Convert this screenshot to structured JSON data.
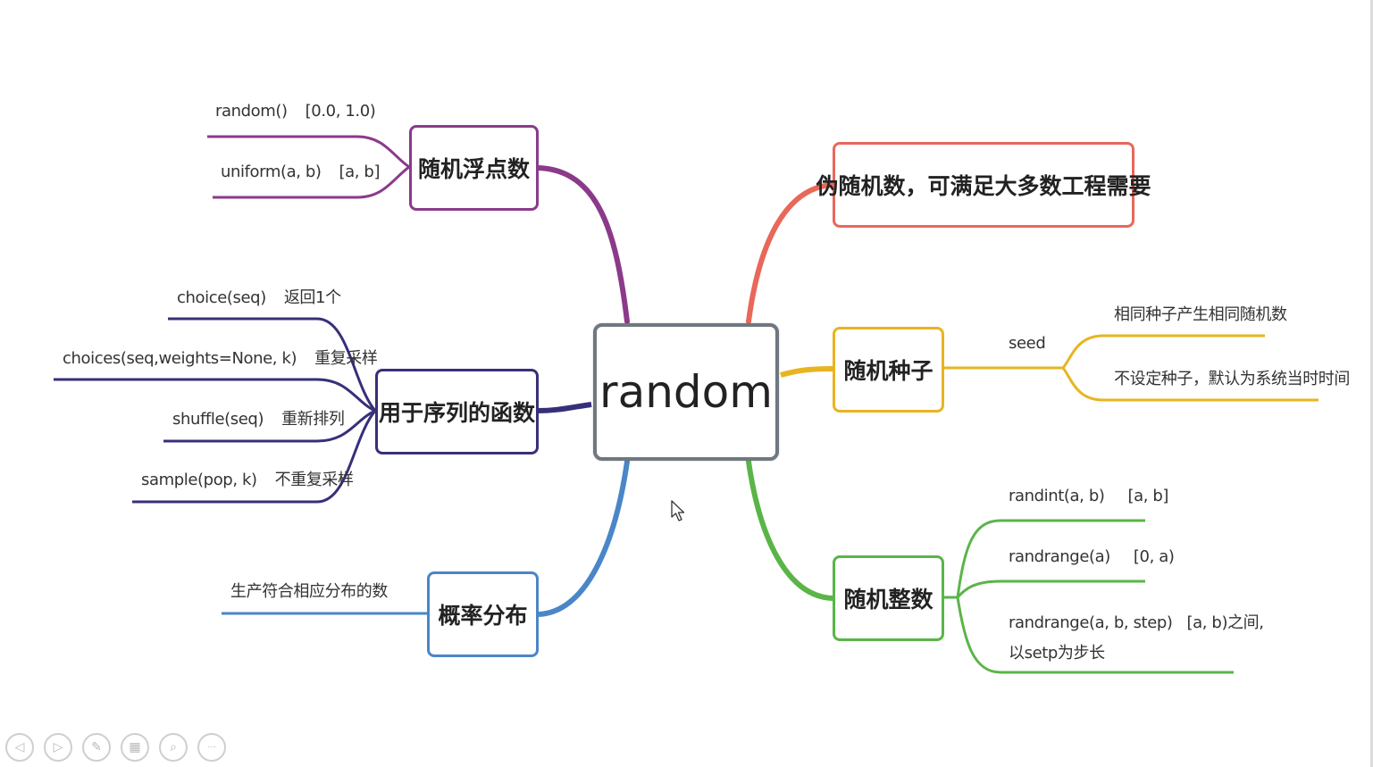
{
  "center": {
    "label": "random",
    "color": "#6f7780"
  },
  "branches": {
    "float": {
      "label": "随机浮点数",
      "color": "#8b3a8a",
      "leaves": [
        {
          "name": "random()",
          "desc": "[0.0, 1.0)"
        },
        {
          "name": "uniform(a, b)",
          "desc": "[a, b]"
        }
      ]
    },
    "sequence": {
      "label": "用于序列的函数",
      "color": "#36307a",
      "leaves": [
        {
          "name": "choice(seq)",
          "desc": "返回1个"
        },
        {
          "name": "choices(seq,weights=None, k)",
          "desc": "重复采样"
        },
        {
          "name": "shuffle(seq)",
          "desc": "重新排列"
        },
        {
          "name": "sample(pop, k)",
          "desc": "不重复采样"
        }
      ]
    },
    "distribution": {
      "label": "概率分布",
      "color": "#4a86c8",
      "leaves": [
        {
          "text": "生产符合相应分布的数"
        }
      ]
    },
    "pseudo": {
      "label": "伪随机数，可满足大多数工程需要",
      "color": "#e8685a"
    },
    "seed": {
      "label": "随机种子",
      "color": "#e9b422",
      "sub": "seed",
      "leaves": [
        {
          "text": "相同种子产生相同随机数"
        },
        {
          "text": "不设定种子，默认为系统当时时间"
        }
      ]
    },
    "integer": {
      "label": "随机整数",
      "color": "#5ab548",
      "leaves": [
        {
          "name": "randint(a, b)",
          "desc": "[a, b]"
        },
        {
          "name": "randrange(a)",
          "desc": "[0, a)"
        },
        {
          "name": "randrange(a, b, step)",
          "desc": "[a, b)之间,",
          "line2": "以setp为步长"
        }
      ]
    }
  },
  "toolbar": {
    "buttons": [
      {
        "icon": "prev-icon",
        "glyph": "◁"
      },
      {
        "icon": "next-icon",
        "glyph": "▷"
      },
      {
        "icon": "pen-icon",
        "glyph": "✎"
      },
      {
        "icon": "slides-icon",
        "glyph": "▦"
      },
      {
        "icon": "zoom-icon",
        "glyph": "⌕"
      },
      {
        "icon": "more-icon",
        "glyph": "···"
      }
    ]
  }
}
